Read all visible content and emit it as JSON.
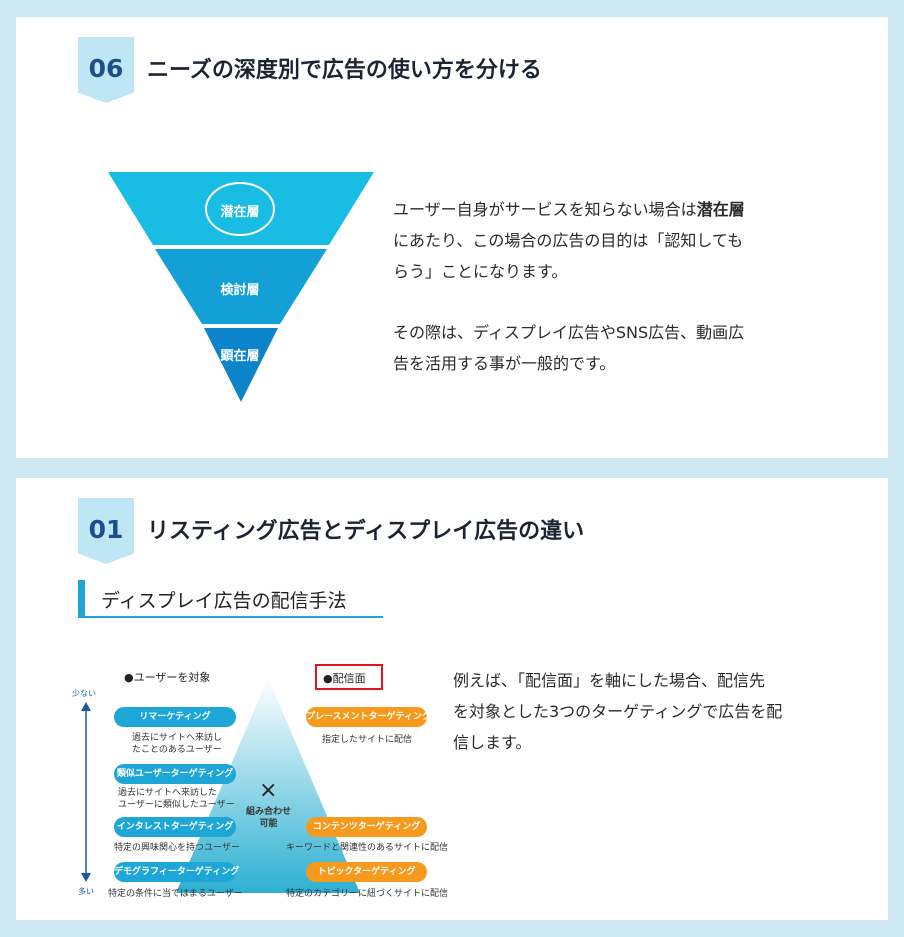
{
  "section1": {
    "number": "06",
    "title": "ニーズの深度別で広告の使い方を分ける",
    "funnel": {
      "levels": [
        "潜在層",
        "検討層",
        "顕在層"
      ],
      "colors": [
        "#19bde3",
        "#12a0d6",
        "#0b84ca"
      ]
    },
    "paragraph1_pre": "ユーザー自身がサービスを知らない場合は",
    "paragraph1_bold": "潜在層",
    "paragraph1_post": "にあたり、この場合の広告の目的は「認知しても\nらう」ことになります。",
    "paragraph2": "その際は、ディスプレイ広告やSNS広告、動画広\n告を活用する事が一般的です。"
  },
  "section2": {
    "number": "01",
    "title": "リスティング広告とディスプレイ広告の違い",
    "subheading": "ディスプレイ広告の配信手法",
    "diagram": {
      "left_header": "●ユーザーを対象",
      "right_header": "●配信面",
      "axis_top": "少ない",
      "axis_bottom": "多い",
      "center_mark": "×",
      "center_text": "組み合わせ\n可能",
      "left_items": [
        {
          "label": "リマーケティング",
          "desc": "過去にサイトへ来訪し\nたことのあるユーザー"
        },
        {
          "label": "類似ユーザーターゲティング",
          "desc": "過去にサイトへ来訪した\nユーザーに類似したユーザー"
        },
        {
          "label": "インタレストターゲティング",
          "desc": "特定の興味関心を持つユーザー"
        },
        {
          "label": "デモグラフィーターゲティング",
          "desc": "特定の条件に当てはまるユーザー"
        }
      ],
      "right_items": [
        {
          "label": "プレースメントターゲティング",
          "desc": "指定したサイトに配信"
        },
        {
          "label": "コンテンツターゲティング",
          "desc": "キーワードと関連性のあるサイトに配信"
        },
        {
          "label": "トピックターゲティング",
          "desc": "特定のカテゴリーに紐づくサイトに配信"
        }
      ]
    },
    "paragraph": "例えば、「配信面」を軸にした場合、配信先\nを対象とした3つのターゲティングで広告を配\n信します。"
  }
}
